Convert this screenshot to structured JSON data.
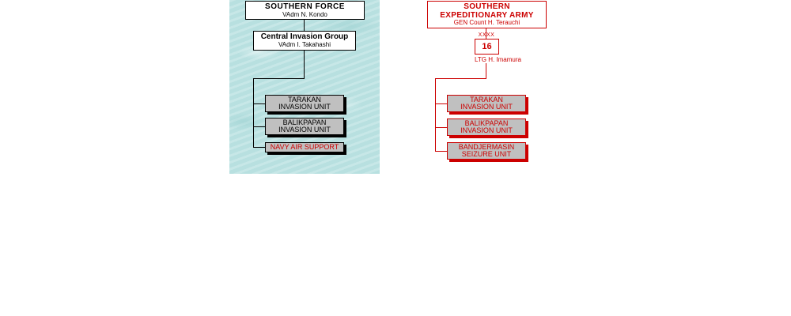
{
  "navy": {
    "hq": {
      "title": "SOUTHERN FORCE",
      "commander": "VAdm  N. Kondo"
    },
    "group": {
      "title": "Central Invasion Group",
      "commander": "VAdm  I. Takahashi"
    },
    "units": [
      {
        "line1": "TARAKAN",
        "line2": "INVASION UNIT"
      },
      {
        "line1": "BALIKPAPAN",
        "line2": "INVASION UNIT"
      },
      {
        "line1": "NAVY AIR SUPPORT"
      }
    ]
  },
  "army": {
    "hq": {
      "line1": "SOUTHERN",
      "line2": "EXPEDITIONARY ARMY",
      "commander": "GEN  Count H. Terauchi"
    },
    "corps": {
      "symbol": "XXXX",
      "number": "16",
      "commander": "LTG  H. Imamura"
    },
    "units": [
      {
        "line1": "TARAKAN",
        "line2": "INVASION UNIT"
      },
      {
        "line1": "BALIKPAPAN",
        "line2": "INVASION UNIT"
      },
      {
        "line1": "BANDJERMASIN",
        "line2": "SEIZURE UNIT"
      }
    ]
  },
  "colors": {
    "navy_panel": "#bfe4e4",
    "unit_gray": "#c0c0c0",
    "army_red": "#cc0000"
  }
}
